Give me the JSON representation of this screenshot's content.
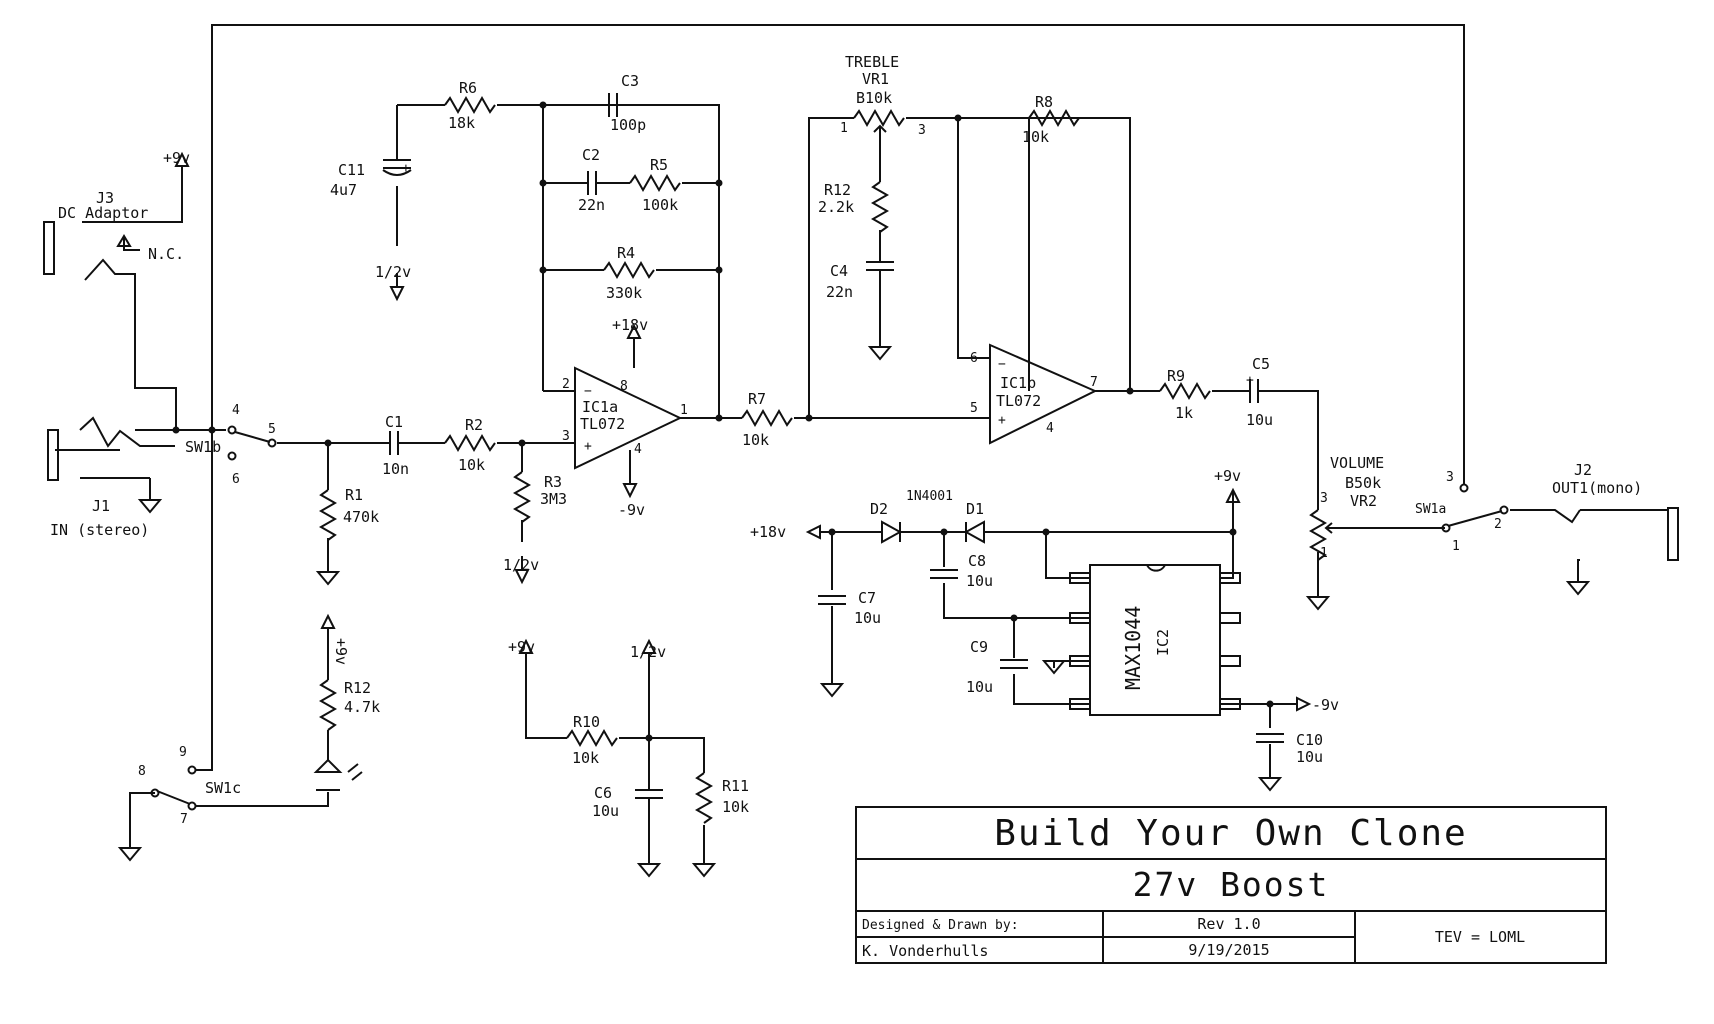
{
  "title_block": {
    "title": "Build Your Own Clone",
    "subtitle": "27v Boost",
    "designed_label": "Designed & Drawn by:",
    "designer": "K. Vonderhulls",
    "rev": "Rev 1.0",
    "date": "9/19/2015",
    "tag": "TEV = LOML"
  },
  "labels": {
    "treble": "TREBLE",
    "vr1": "VR1",
    "vr1_val": "B10k",
    "vr1_p1": "1",
    "vr1_p3": "3",
    "r8": "R8",
    "r8_val": "10k",
    "r12b": "R12",
    "r12b_val": "2.2k",
    "c4": "C4",
    "c4_val": "22n",
    "r6": "R6",
    "r6_val": "18k",
    "c3": "C3",
    "c3_val": "100p",
    "c2": "C2",
    "c2_val": "22n",
    "r5": "R5",
    "r5_val": "100k",
    "r4": "R4",
    "r4_val": "330k",
    "c11": "C11",
    "c11_val": "4u7",
    "half_v_c11": "1/2v",
    "plus9_j3": "+9v",
    "j3": "J3",
    "j3_val": "DC Adaptor",
    "nc": "N.C.",
    "j1": "J1",
    "j1_val": "IN (stereo)",
    "sw1b": "SW1b",
    "sw1b_p4": "4",
    "sw1b_p5": "5",
    "sw1b_p6": "6",
    "c1": "C1",
    "c1_val": "10n",
    "r2": "R2",
    "r2_val": "10k",
    "r1": "R1",
    "r1_val": "470k",
    "r3": "R3",
    "r3_val": "3M3",
    "half_v_r3": "1/2v",
    "ic1a": "IC1a",
    "ic1a_type": "TL072",
    "ic1a_p2": "2",
    "ic1a_p3": "3",
    "ic1a_p8": "8",
    "ic1a_p4": "4",
    "ic1a_p1": "1",
    "plus18_ic": "+18v",
    "minus9_ic": "-9v",
    "r7": "R7",
    "r7_val": "10k",
    "ic1b": "IC1b",
    "ic1b_type": "TL072",
    "ic1b_p6": "6",
    "ic1b_p5": "5",
    "ic1b_p7": "7",
    "ic1b_p4": "4",
    "r9": "R9",
    "r9_val": "1k",
    "c5": "C5",
    "c5_val": "10u",
    "volume": "VOLUME",
    "vr2_val": "B50k",
    "vr2": "VR2",
    "vr2_p3": "3",
    "vr2_p1": "1",
    "sw1a": "SW1a",
    "sw1a_p3": "3",
    "sw1a_p2": "2",
    "sw1a_p1": "1",
    "j2": "J2",
    "j2_val": "OUT1(mono)",
    "plus9_pump": "+9v",
    "plus18_pump": "+18v",
    "d2": "D2",
    "d_type": "1N4001",
    "d1": "D1",
    "c8": "C8",
    "c8_val": "10u",
    "c7": "C7",
    "c7_val": "10u",
    "c9": "C9",
    "c9_val": "10u",
    "ic2": "IC2",
    "ic2_type": "MAX1044",
    "minus9_pump": "-9v",
    "c10": "C10",
    "c10_val": "10u",
    "plus9_led": "+9v",
    "r12a": "R12",
    "r12a_val": "4.7k",
    "sw1c": "SW1c",
    "sw1c_p8": "8",
    "sw1c_p9": "9",
    "sw1c_p7": "7",
    "plus9_bias": "+9v",
    "half_v_bias": "1/2v",
    "r10": "R10",
    "r10_val": "10k",
    "c6": "C6",
    "c6_val": "10u",
    "r11": "R11",
    "r11_val": "10k"
  }
}
